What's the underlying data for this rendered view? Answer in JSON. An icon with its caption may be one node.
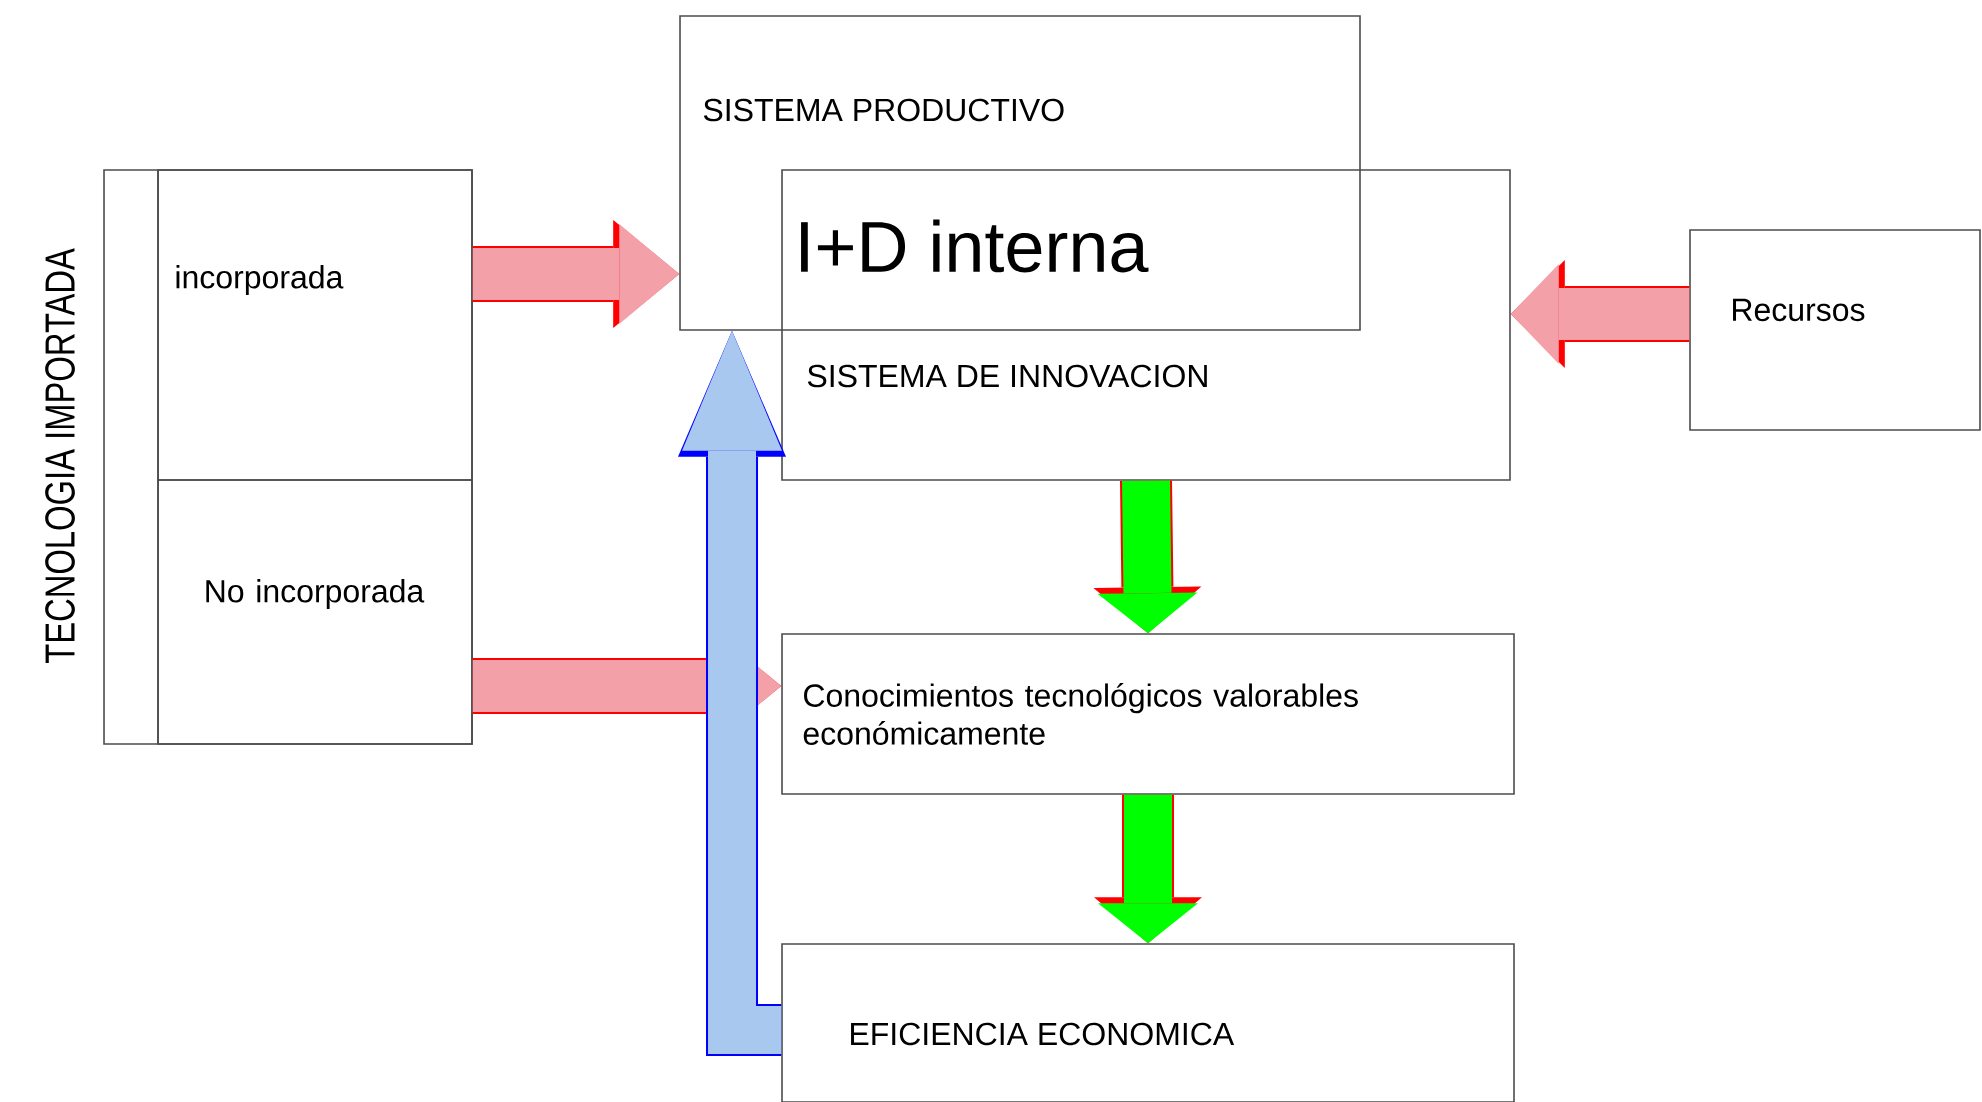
{
  "diagram": {
    "nodes": [
      {
        "text": [
          "TECNOLOGIA IMPORTADA"
        ]
      },
      {
        "text": [
          "incorporada"
        ],
        "in": 0
      },
      {
        "text": [
          "No incorporada"
        ],
        "in": 0
      },
      {
        "text": [
          "SISTEMA PRODUCTIVO",
          "I+D interna"
        ]
      },
      {
        "text": [
          "SISTEMA DE INNOVACION"
        ]
      },
      {
        "text": [
          "Recursos"
        ]
      },
      {
        "text": [
          "Conocimientos tecnológicos valorables económicamente"
        ]
      },
      {
        "text": [
          "EFICIENCIA ECONOMICA"
        ]
      }
    ],
    "edges": [
      {
        "from": 1,
        "to": 3,
        "arrow": "to"
      },
      {
        "from": 2,
        "to": 6,
        "arrow": "to"
      },
      {
        "from": 5,
        "to": 4,
        "arrow": "to"
      },
      {
        "from": 4,
        "to": 6,
        "arrow": "to",
        "color": "#00ff00"
      },
      {
        "from": 6,
        "to": 7,
        "arrow": "to",
        "color": "#00ff00"
      },
      {
        "from": 7,
        "to": 3,
        "arrow": "to",
        "color": "#a8c8f0"
      }
    ]
  }
}
